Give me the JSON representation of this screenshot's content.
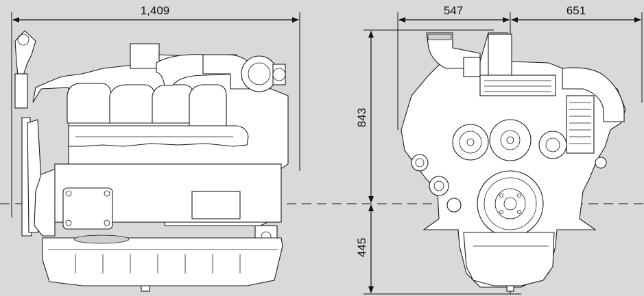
{
  "dimensions": {
    "length": "1,409",
    "front_left_width": "547",
    "front_right_width": "651",
    "height_above_axis": "843",
    "height_below_axis": "445"
  },
  "colors": {
    "background": "#d9d9d9",
    "line": "#111111",
    "engine_fill": "#ffffff"
  },
  "icons": {
    "side_view": "engine-side-view-drawing",
    "front_view": "engine-front-view-drawing"
  }
}
